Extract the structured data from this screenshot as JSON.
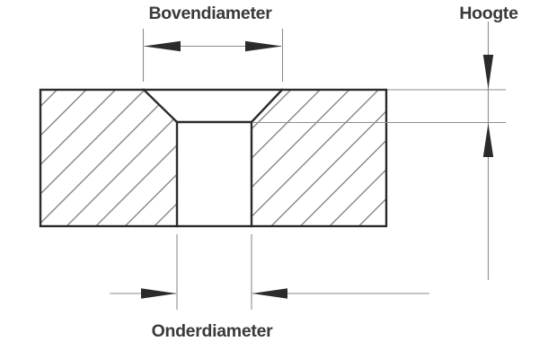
{
  "diagram": {
    "labels": {
      "bovendiameter": "Bovendiameter",
      "hoogte": "Hoogte",
      "onderdiameter": "Onderdiameter"
    },
    "colors": {
      "outline": "#2b2b2b",
      "hatch": "#787878",
      "dimension_line": "#8c8c8c",
      "arrowhead": "#2b2b2b",
      "label_text": "#3a3a3a",
      "background": "#ffffff"
    }
  }
}
